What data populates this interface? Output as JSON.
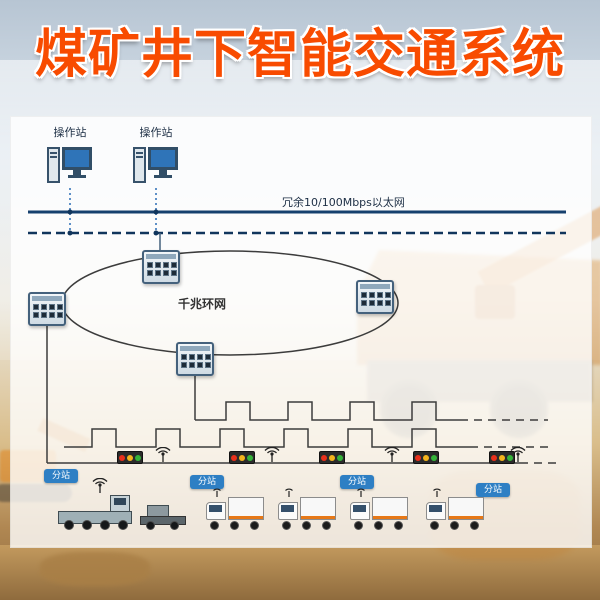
{
  "title": "煤矿井下智能交通系统",
  "network": {
    "ethernet_label": "冗余10/100Mbps以太网",
    "ring_label": "千兆环网",
    "workstations": [
      {
        "label": "操作站"
      },
      {
        "label": "操作站"
      }
    ]
  },
  "stations": [
    {
      "label": "分站"
    },
    {
      "label": "分站"
    },
    {
      "label": "分站"
    },
    {
      "label": "分站"
    }
  ],
  "icons": {
    "workstation": "workstation-icon",
    "ethernet_switch": "ethernet-switch-icon",
    "traffic_light": "traffic-light-icon",
    "antenna": "antenna-icon",
    "locomotive": "locomotive-icon",
    "mine_car": "mine-car-icon",
    "truck": "truck-icon"
  },
  "colors": {
    "title": "#f84b00",
    "ethernet_line": "#16406e",
    "ring_line": "#3c3c3c",
    "station_badge": "#2e7fc4",
    "light_red": "#e8301c",
    "light_yellow": "#f4b41d",
    "light_green": "#35b43a"
  }
}
